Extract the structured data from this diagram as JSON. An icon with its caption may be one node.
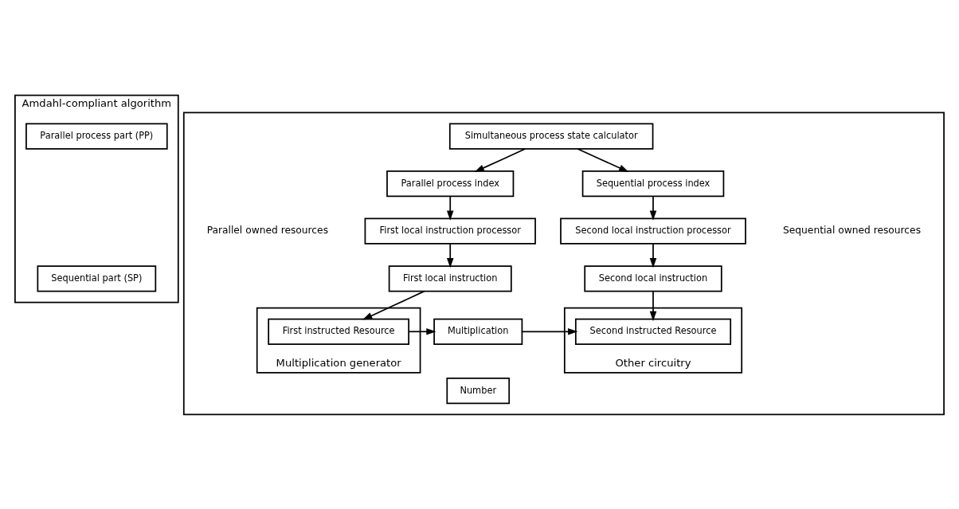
{
  "diagram": {
    "nodes": [
      {
        "text": [
          "Amdahl-compliant algorithm"
        ]
      },
      {
        "text": [
          "Parallel process part (PP)"
        ],
        "in": 0
      },
      {
        "text": [
          "Sequential part (SP)"
        ],
        "in": 0
      },
      {
        "text": [],
        "shape": "box"
      },
      {
        "text": [
          "Simultaneous process state calculator"
        ],
        "in": 3
      },
      {
        "text": [
          "Parallel process index"
        ],
        "in": 3
      },
      {
        "text": [
          "Sequential process index"
        ],
        "in": 3
      },
      {
        "text": [
          "First local instruction processor"
        ],
        "in": 3
      },
      {
        "text": [
          "Second local instruction processor"
        ],
        "in": 3
      },
      {
        "text": [
          "First local instruction"
        ],
        "in": 3
      },
      {
        "text": [
          "Second local instruction"
        ],
        "in": 3
      },
      {
        "text": [
          "Multiplication generator"
        ],
        "in": 3
      },
      {
        "text": [
          "First instructed Resource"
        ],
        "in": 11
      },
      {
        "text": [
          "Multiplication"
        ],
        "in": 3
      },
      {
        "text": [
          "Other circuitry"
        ],
        "in": 3
      },
      {
        "text": [
          "Second instructed Resource"
        ],
        "in": 14
      },
      {
        "text": [
          "Number"
        ],
        "in": 3
      }
    ],
    "edges": [
      {
        "from": 4,
        "to": 5,
        "arrow": "to"
      },
      {
        "from": 4,
        "to": 6,
        "arrow": "to"
      },
      {
        "from": 5,
        "to": 7,
        "arrow": "to"
      },
      {
        "from": 6,
        "to": 8,
        "arrow": "to"
      },
      {
        "from": 7,
        "to": 9,
        "arrow": "to"
      },
      {
        "from": 8,
        "to": 10,
        "arrow": "to"
      },
      {
        "from": 9,
        "to": 12,
        "arrow": "to"
      },
      {
        "from": 10,
        "to": 15,
        "arrow": "to"
      },
      {
        "from": 12,
        "to": 13,
        "arrow": "to"
      },
      {
        "from": 13,
        "to": 15,
        "arrow": "to"
      }
    ],
    "labels": [
      "Parallel owned resources",
      "Sequential owned resources"
    ]
  }
}
